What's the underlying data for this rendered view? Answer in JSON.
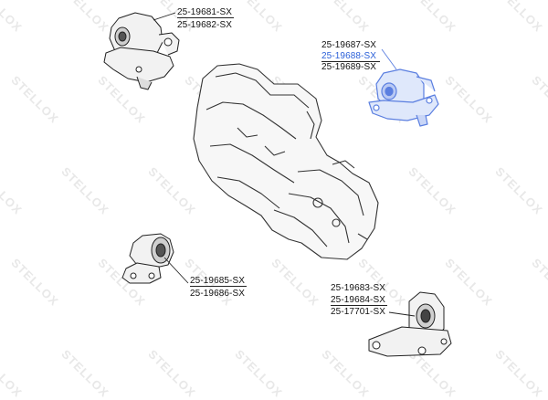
{
  "watermark": {
    "brand": "STELLOX"
  },
  "colors": {
    "line": "#222222",
    "highlight_part": "#5b7fe0",
    "highlight_text": "#2a5fd8",
    "part_fill": "#f2f2f2"
  },
  "groups": [
    {
      "id": "top-left-mount",
      "numbers": [
        "25-19681-SX",
        "25-19682-SX"
      ]
    },
    {
      "id": "top-right-mount",
      "numbers": [
        "25-19687-SX",
        "25-19688-SX",
        "25-19689-SX"
      ],
      "highlighted": "25-19688-SX"
    },
    {
      "id": "mid-left-mount",
      "numbers": [
        "25-19685-SX",
        "25-19686-SX"
      ]
    },
    {
      "id": "bottom-right-mount",
      "numbers": [
        "25-19683-SX",
        "25-19684-SX",
        "25-17701-SX"
      ]
    }
  ]
}
